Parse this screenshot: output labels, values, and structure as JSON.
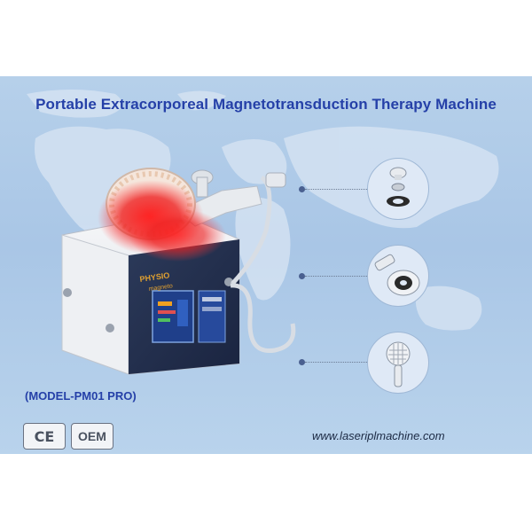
{
  "title": "Portable Extracorporeal Magnetotransduction Therapy Machine",
  "model": "(MODEL-PM01 PRO)",
  "badges": {
    "ce": "CE",
    "oem": "OEM"
  },
  "website": "www.laseriplmachine.com",
  "device_screen": {
    "brand": "PHYSIO magneto"
  },
  "accessories": [
    {
      "icon": "magnetic-head-parts-icon"
    },
    {
      "icon": "magnetic-ring-applicator-icon"
    },
    {
      "icon": "red-light-handpiece-icon"
    }
  ],
  "colors": {
    "title": "#2540a8",
    "background": "#b1cce8",
    "laser": "#e02020"
  }
}
